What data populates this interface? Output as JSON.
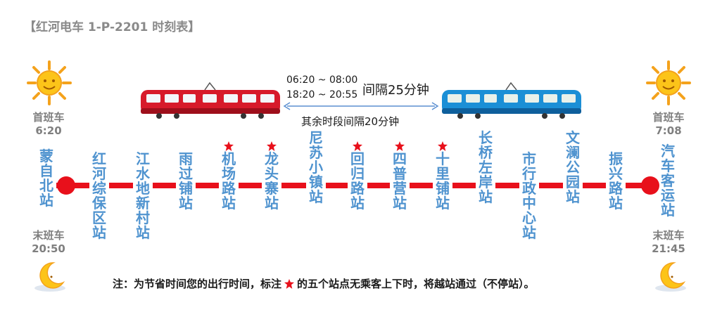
{
  "title": "【红河电车 1-P-2201 时刻表】",
  "left_terminal": {
    "first_label": "首班车",
    "first_time": "6:20",
    "last_label": "末班车",
    "last_time": "20:50"
  },
  "right_terminal": {
    "first_label": "首班车",
    "first_time": "7:08",
    "last_label": "末班车",
    "last_time": "21:45"
  },
  "peak": {
    "time1": "06:20 ~ 08:00",
    "time2": "18:20 ~ 20:55",
    "interval": "间隔25分钟"
  },
  "offpeak": "其余时段间隔20分钟",
  "stations": [
    {
      "name": "蒙自北站",
      "skip": false
    },
    {
      "name": "红河综保区站",
      "skip": false
    },
    {
      "name": "江水地新村站",
      "skip": false
    },
    {
      "name": "雨过铺站",
      "skip": false
    },
    {
      "name": "机场路站",
      "skip": true
    },
    {
      "name": "龙头寨站",
      "skip": true
    },
    {
      "name": "尼苏小镇站",
      "skip": false
    },
    {
      "name": "回归路站",
      "skip": true
    },
    {
      "name": "四普营站",
      "skip": true
    },
    {
      "name": "十里铺站",
      "skip": true
    },
    {
      "name": "长桥左岸站",
      "skip": false
    },
    {
      "name": "市行政中心站",
      "skip": false
    },
    {
      "name": "文澜公园站",
      "skip": false
    },
    {
      "name": "振兴路站",
      "skip": false
    },
    {
      "name": "汽车客运站",
      "skip": false
    }
  ],
  "note": {
    "prefix": "注：为节省时间您的出行时间，标注",
    "suffix": "的五个站点无乘客上下时，将越站通过（不停站）。"
  },
  "colors": {
    "track": "#e8101b",
    "station_text": "#4f93cf",
    "tram_red": "#d71a2a",
    "tram_blue": "#1b8fd6",
    "skip_star": "#e8101b"
  },
  "icons": {
    "left_top": "sun-icon",
    "right_top": "sun-icon",
    "left_bottom": "moon-icon",
    "right_bottom": "moon-icon",
    "skip_marker": "star-icon",
    "trams": [
      "tram-icon",
      "tram-icon"
    ]
  }
}
